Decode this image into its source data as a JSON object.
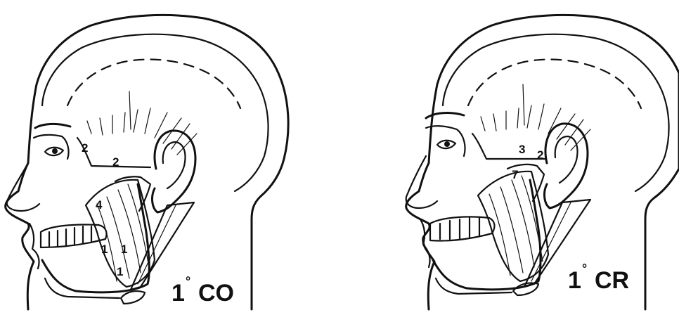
{
  "figures": [
    {
      "id": "left",
      "caption_prefix": "1",
      "caption_degree": "°",
      "caption_label": "CO",
      "numbers": [
        "2",
        "2",
        "4",
        "1",
        "1",
        "1"
      ]
    },
    {
      "id": "right",
      "caption_prefix": "1",
      "caption_degree": "°",
      "caption_label": "CR",
      "numbers": [
        "3",
        "2",
        "7"
      ]
    }
  ]
}
